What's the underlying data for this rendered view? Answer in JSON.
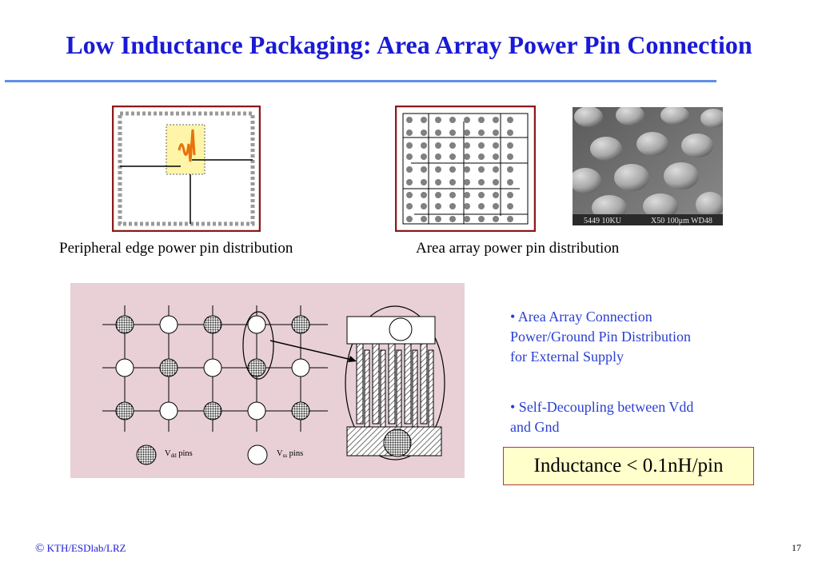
{
  "slide": {
    "title": "Low Inductance Packaging: Area Array Power Pin Connection",
    "page_number": "17",
    "footer": {
      "copyright_symbol": "©",
      "text": "KTH/ESDlab/LRZ"
    }
  },
  "figures": {
    "peripheral_caption": "Peripheral edge power pin distribution",
    "area_array_caption": "Area array power pin distribution",
    "sem_image": {
      "label_left": "5449  10KU",
      "label_right": "X50  100μm WD48"
    },
    "pin_diagram": {
      "vdd_label_main": "V",
      "vdd_label_sub": "dd",
      "vdd_label_suffix": " pins",
      "vss_label_main": "V",
      "vss_label_sub": "ss",
      "vss_label_suffix": " pins"
    }
  },
  "bullets": [
    "• Area Array Connection Power/Ground Pin Distribution for External Supply",
    "• Self-Decoupling between Vdd and Gnd"
  ],
  "highlight": "Inductance < 0.1nH/pin",
  "colors": {
    "title": "#1a1ad6",
    "rule": "#5f8fe6",
    "frame": "#8b1a1a",
    "bullet_text": "#2a3fd2",
    "highlight_bg": "#ffffcc",
    "pink_panel": "#e8d0d6",
    "squiggle": "#e8720c"
  }
}
